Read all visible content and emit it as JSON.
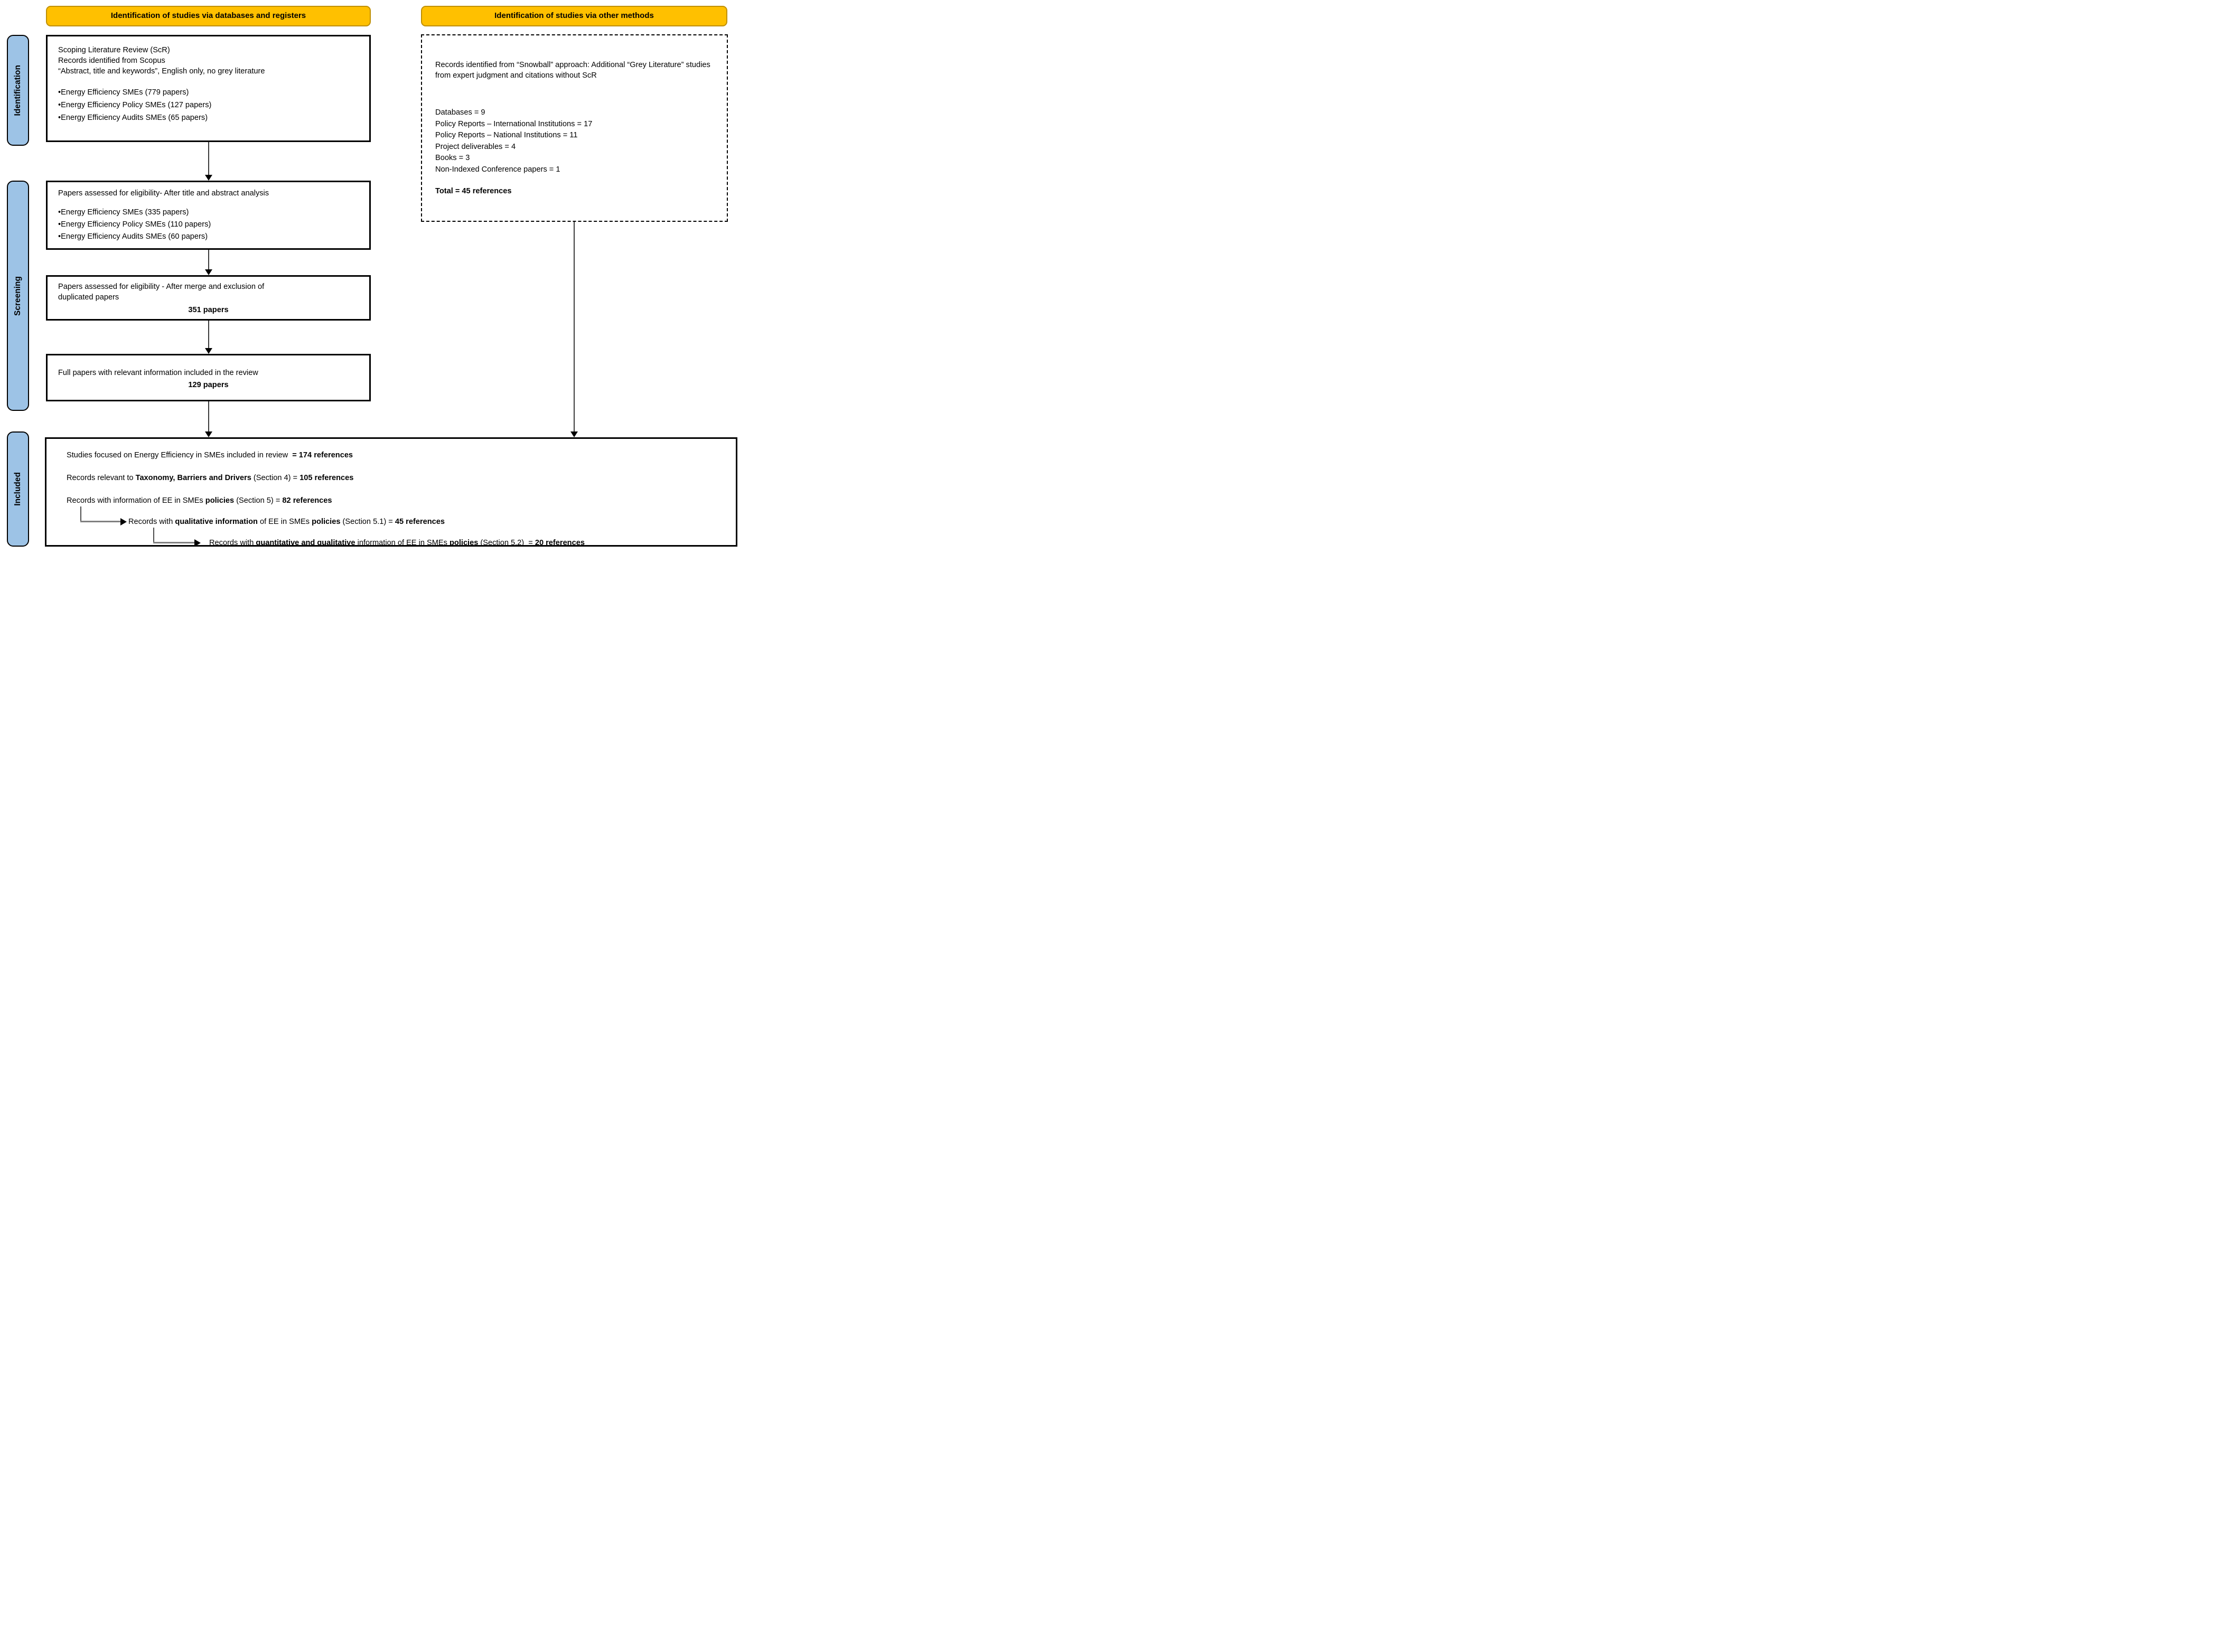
{
  "headers": {
    "left": "Identification of studies via databases and registers",
    "right": "Identification of studies via other methods"
  },
  "stages": {
    "identification": "Identification",
    "screening": "Screening",
    "included": "Included"
  },
  "colors": {
    "header_bg": "#FFC000",
    "header_border": "#BF8F00",
    "stage_bg": "#9DC3E6",
    "box_border": "#000000",
    "connector_gray": "#808080"
  },
  "boxes": {
    "scoping": {
      "lines": [
        "Scoping Literature Review (ScR)",
        "Records identified from Scopus",
        "“Abstract, title and keywords”, English only, no grey literature"
      ],
      "bullets": [
        "•Energy Efficiency SMEs (779 papers)",
        "•Energy Efficiency Policy SMEs (127 papers)",
        "•Energy Efficiency Audits SMEs (65 papers)"
      ]
    },
    "eligibility_title_abstract": {
      "title": "Papers assessed for eligibility- After title and abstract analysis",
      "bullets": [
        "•Energy Efficiency SMEs (335 papers)",
        "•Energy Efficiency Policy SMEs (110 papers)",
        "•Energy Efficiency Audits SMEs (60 papers)"
      ]
    },
    "eligibility_merge": {
      "lines": [
        "Papers assessed for eligibility - After merge and exclusion of",
        "duplicated papers"
      ],
      "count": "351 papers"
    },
    "full_papers": {
      "line": "Full papers with relevant information included in the review",
      "count": "129 papers"
    },
    "snowball": {
      "paragraph": "Records identified from “Snowball” approach: Additional “Grey Literature” studies from expert judgment and citations without ScR",
      "items": [
        "Databases = 9",
        "Policy Reports – International Institutions = 17",
        "Policy Reports – National Institutions = 11",
        "Project deliverables = 4",
        "Books = 3",
        "Non-Indexed Conference papers = 1"
      ],
      "total": "Total = 45 references"
    },
    "included": {
      "rows": [
        {
          "segments": [
            {
              "text": "Studies focused on Energy Efficiency in SMEs included in review  ",
              "bold": false
            },
            {
              "text": "= 174 references",
              "bold": true
            }
          ]
        },
        {
          "segments": [
            {
              "text": "Records relevant to ",
              "bold": false
            },
            {
              "text": "Taxonomy, Barriers and Drivers",
              "bold": true
            },
            {
              "text": " (Section 4) = ",
              "bold": false
            },
            {
              "text": "105 references",
              "bold": true
            }
          ]
        },
        {
          "segments": [
            {
              "text": "Records with information of EE in SMEs ",
              "bold": false
            },
            {
              "text": "policies",
              "bold": true
            },
            {
              "text": " (Section 5) = ",
              "bold": false
            },
            {
              "text": "82 references",
              "bold": true
            }
          ]
        },
        {
          "segments": [
            {
              "text": "Records with ",
              "bold": false
            },
            {
              "text": "qualitative information",
              "bold": true
            },
            {
              "text": " of EE in SMEs ",
              "bold": false
            },
            {
              "text": "policies",
              "bold": true
            },
            {
              "text": " (Section 5.1) = ",
              "bold": false
            },
            {
              "text": "45 references",
              "bold": true
            }
          ]
        },
        {
          "segments": [
            {
              "text": "Records with ",
              "bold": false
            },
            {
              "text": "quantitative and qualitative",
              "bold": true
            },
            {
              "text": " information of EE in SMEs ",
              "bold": false
            },
            {
              "text": "policies",
              "bold": true
            },
            {
              "text": " (Section 5.2)  = ",
              "bold": false
            },
            {
              "text": "20 references",
              "bold": true
            }
          ]
        }
      ]
    }
  }
}
